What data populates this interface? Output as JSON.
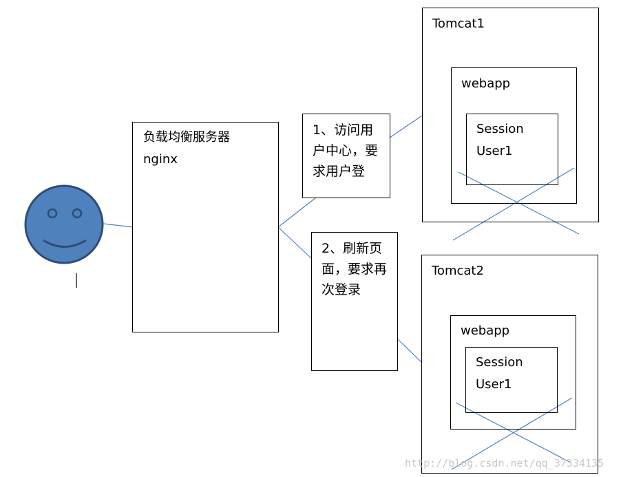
{
  "load_balancer": {
    "title": "负载均衡服务器",
    "subtitle": "nginx"
  },
  "notes": {
    "step1": "1、访问用\n户中心，要\n求用户登",
    "step2": "2、刷新页\n面，要求再\n次登录"
  },
  "servers": [
    {
      "name": "Tomcat1",
      "app": "webapp",
      "session_label": "Session",
      "session_user": "User1",
      "crossed_out": true
    },
    {
      "name": "Tomcat2",
      "app": "webapp",
      "session_label": "Session",
      "session_user": "User1",
      "crossed_out": true
    }
  ],
  "user_icon": "smiley-face-icon",
  "colors": {
    "connector": "#4f81bd",
    "face_fill": "#4f81bd",
    "face_stroke": "#2c4d75",
    "border": "#000000"
  },
  "watermark": "http://blog.csdn.net/qq_37334135"
}
